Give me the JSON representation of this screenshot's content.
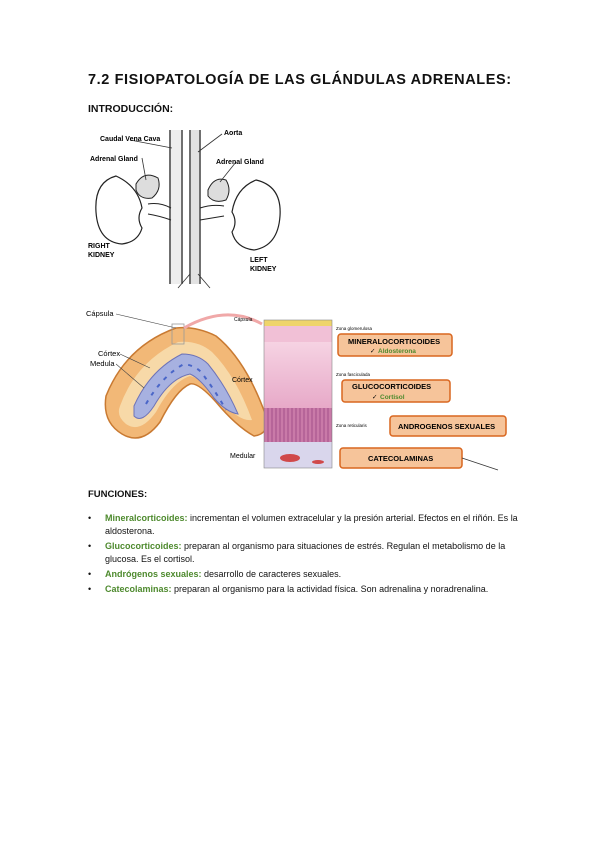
{
  "heading": "7.2 FISIOPATOLOGÍA DE LAS GLÁNDULAS ADRENALES:",
  "intro": "INTRODUCCIÓN:",
  "kidney_fig": {
    "caudal_vena_cava": "Caudal Vena Cava",
    "aorta": "Aorta",
    "adrenal_left_label": "Adrenal Gland",
    "adrenal_right_label": "Adrenal Gland",
    "right_kidney_1": "RIGHT",
    "right_kidney_2": "KIDNEY",
    "left_kidney_1": "LEFT",
    "left_kidney_2": "KIDNEY"
  },
  "section_fig": {
    "capsula": "Cápsula",
    "cortex": "Córtex",
    "medula": "Medula",
    "cortex_right": "Córtex",
    "medular": "Medular",
    "capsula_small": "Cápsula",
    "zona_glomerulosa": "Zona glomerulosa",
    "zona_fasciculada": "Zona fasciculada",
    "zona_reticular": "Zona reticularis",
    "box1_title": "MINERALOCORTICOIDES",
    "box1_sub": "Aldosterona",
    "box2_title": "GLUCOCORTICOIDES",
    "box2_sub": "Cortisol",
    "box3_title": "ANDROGENOS SEXUALES",
    "box4_title": "CATECOLAMINAS",
    "check": "✓",
    "colors": {
      "box_fill": "#f6c49a",
      "box_border": "#d9661f",
      "sub_text": "#4e8a2e"
    }
  },
  "funciones_title": "FUNCIONES:",
  "bullets": [
    {
      "term": "Mineralcorticoides:",
      "text": " incrementan el volumen extracelular y la presión arterial. Efectos en el riñón. Es la aldosterona."
    },
    {
      "term": "Glucocorticoides:",
      "text": " preparan al organismo para situaciones de estrés. Regulan el metabolismo de la glucosa. Es el cortisol."
    },
    {
      "term": "Andrógenos sexuales:",
      "text": " desarrollo de caracteres sexuales."
    },
    {
      "term": "Catecolaminas:",
      "text": " preparan al organismo para la actividad física. Son adrenalina y noradrenalina."
    }
  ],
  "bullet_symbol": "•"
}
